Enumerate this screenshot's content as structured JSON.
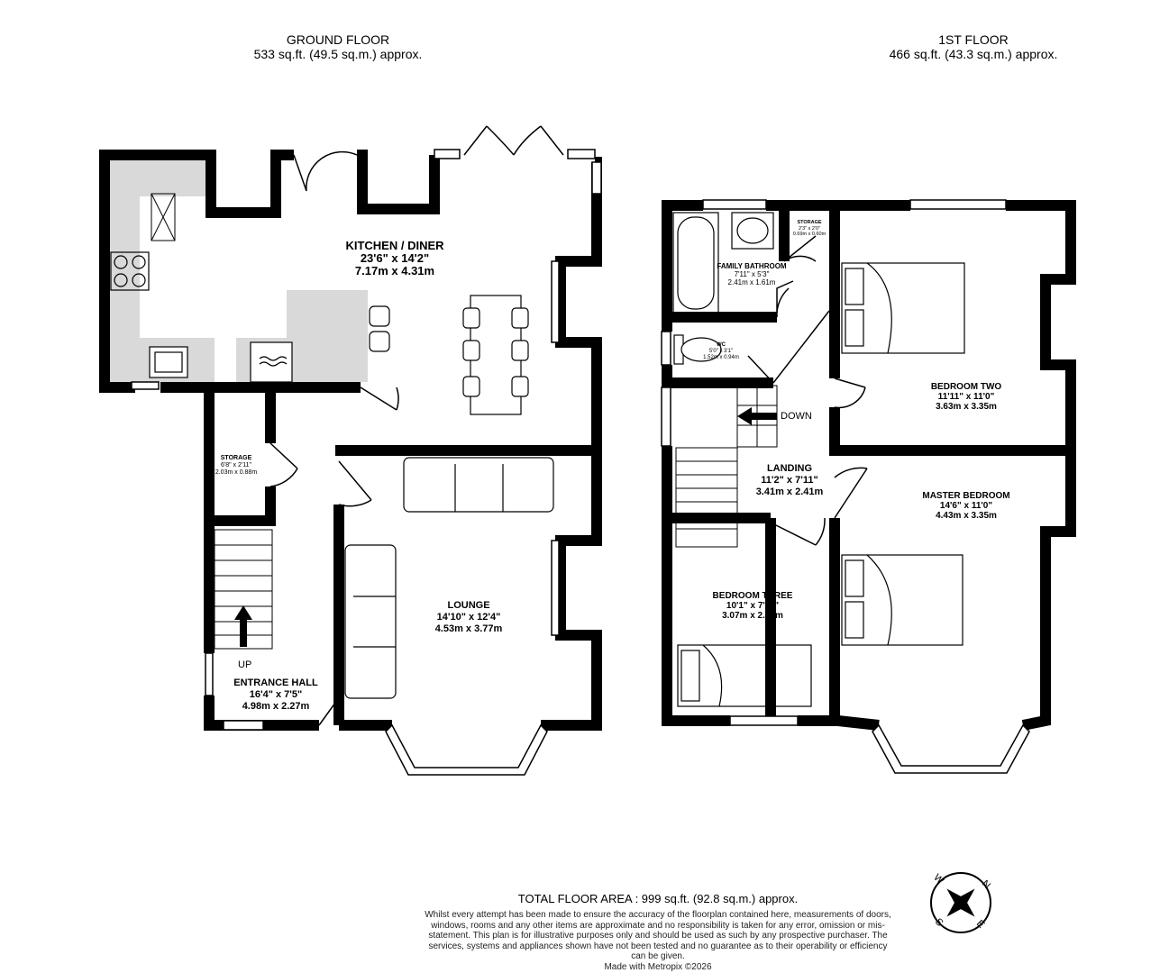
{
  "ground_floor": {
    "title": "GROUND FLOOR",
    "area": "533 sq.ft. (49.5 sq.m.) approx."
  },
  "first_floor": {
    "title": "1ST FLOOR",
    "area": "466 sq.ft. (43.3 sq.m.) approx."
  },
  "rooms": {
    "kitchen": {
      "name": "KITCHEN / DINER",
      "imperial": "23'6\"  x 14'2\"",
      "metric": "7.17m  x 4.31m"
    },
    "storage_ground": {
      "name": "STORAGE",
      "imperial": "6'8\"  x 2'11\"",
      "metric": "2.03m  x 0.88m"
    },
    "lounge": {
      "name": "LOUNGE",
      "imperial": "14'10\"  x 12'4\"",
      "metric": "4.53m  x 3.77m"
    },
    "entrance_hall": {
      "name": "ENTRANCE HALL",
      "imperial": "16'4\"  x 7'5\"",
      "metric": "4.98m  x 2.27m"
    },
    "family_bathroom": {
      "name": "FAMILY BATHROOM",
      "imperial": "7'11\"  x 5'3\"",
      "metric": "2.41m  x 1.61m"
    },
    "storage_first": {
      "name": "STORAGE",
      "imperial": "2'3\"  x 2'0\"",
      "metric": "0.69m  x 0.60m"
    },
    "wc": {
      "name": "WC",
      "imperial": "5'0\"  x 3'1\"",
      "metric": "1.52m  x 0.94m"
    },
    "bedroom_two": {
      "name": "BEDROOM TWO",
      "imperial": "11'11\"  x 11'0\"",
      "metric": "3.63m  x 3.35m"
    },
    "landing": {
      "name": "LANDING",
      "imperial": "11'2\"  x 7'11\"",
      "metric": "3.41m  x 2.41m"
    },
    "master_bedroom": {
      "name": "MASTER BEDROOM",
      "imperial": "14'6\"  x 11'0\"",
      "metric": "4.43m  x 3.35m"
    },
    "bedroom_three": {
      "name": "BEDROOM THREE",
      "imperial": "10'1\"  x 7'11\"",
      "metric": "3.07m  x 2.41m"
    }
  },
  "stairs": {
    "up_label": "UP",
    "down_label": "DOWN"
  },
  "compass": {
    "labels": [
      "N",
      "E",
      "S",
      "W"
    ]
  },
  "footer": {
    "total": "TOTAL FLOOR AREA : 999 sq.ft. (92.8 sq.m.) approx.",
    "disclaimer": "Whilst every attempt has been made to ensure the accuracy of the floorplan contained here, measurements of doors, windows, rooms and any other items are approximate and no responsibility is taken for any error, omission or mis-statement. This plan is for illustrative purposes only and should be used as such by any prospective purchaser. The services, systems and appliances shown have not been tested and no guarantee as to their operability or efficiency can be given.",
    "credit": "Made with Metropix ©2026"
  },
  "colors": {
    "wall": "#000000",
    "counter": "#d9d9d9",
    "background": "#ffffff"
  }
}
